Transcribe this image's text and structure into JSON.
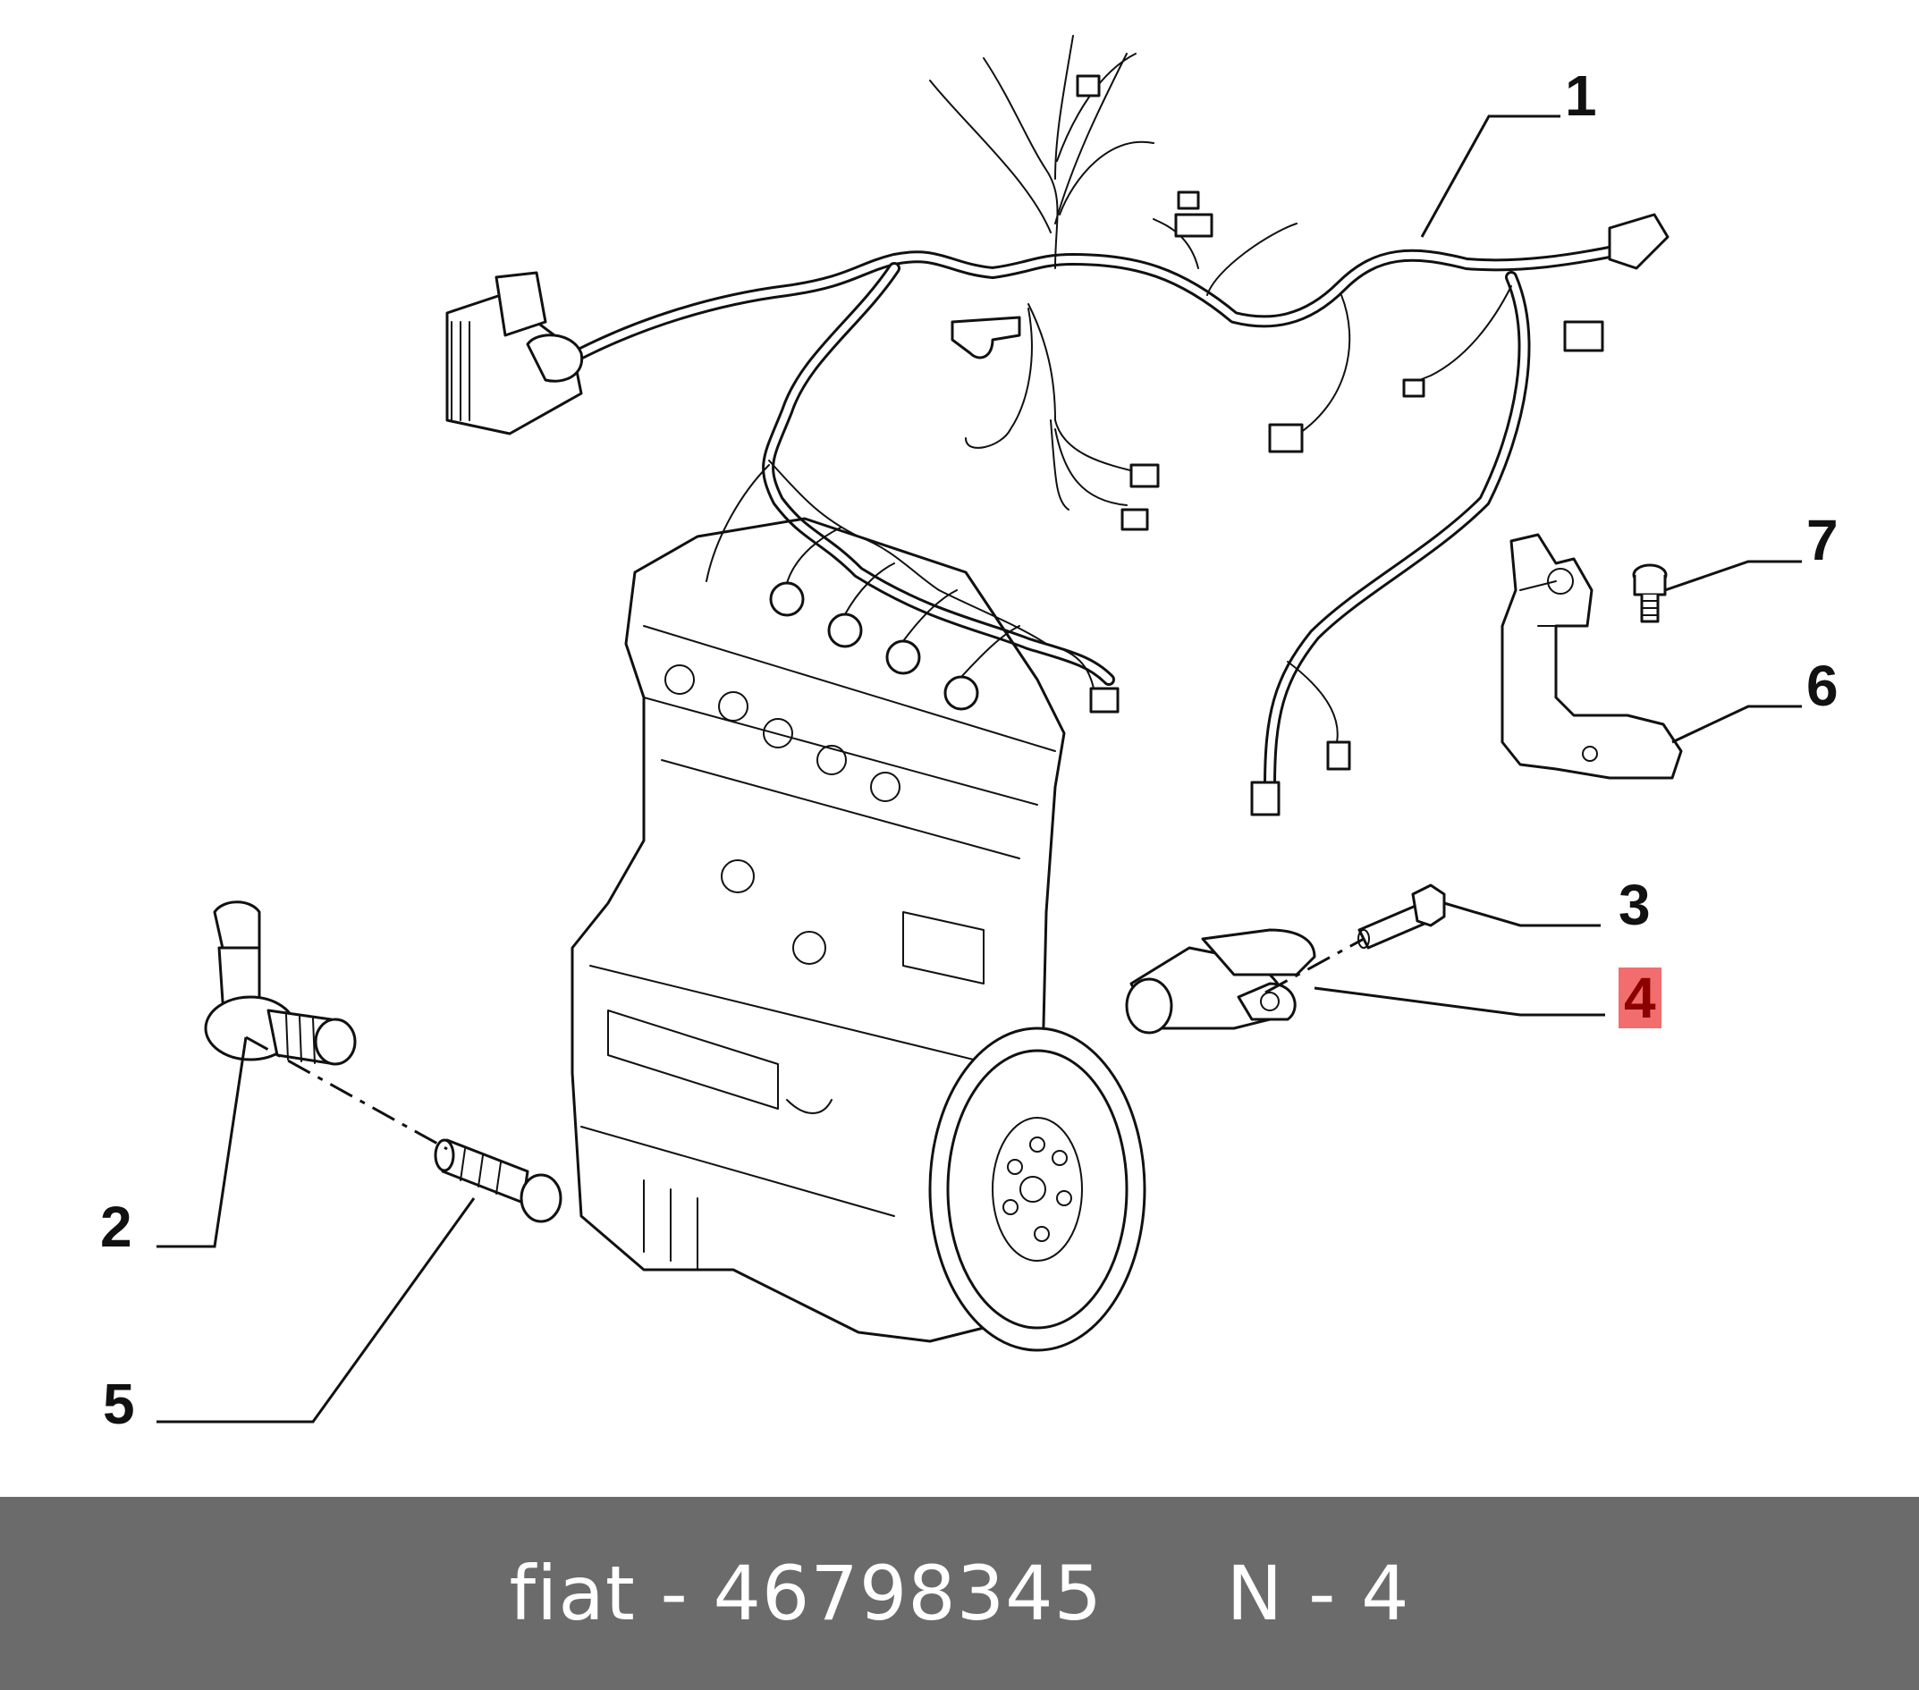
{
  "callouts": {
    "c1": "1",
    "c2": "2",
    "c3": "3",
    "c4": "4",
    "c5": "5",
    "c6": "6",
    "c7": "7"
  },
  "highlight_color": "#f26d6d",
  "highlight_text_color": "#8c0000",
  "footer": {
    "text": "fiat - 46798345     N - 4",
    "background": "#6b6b6b"
  }
}
